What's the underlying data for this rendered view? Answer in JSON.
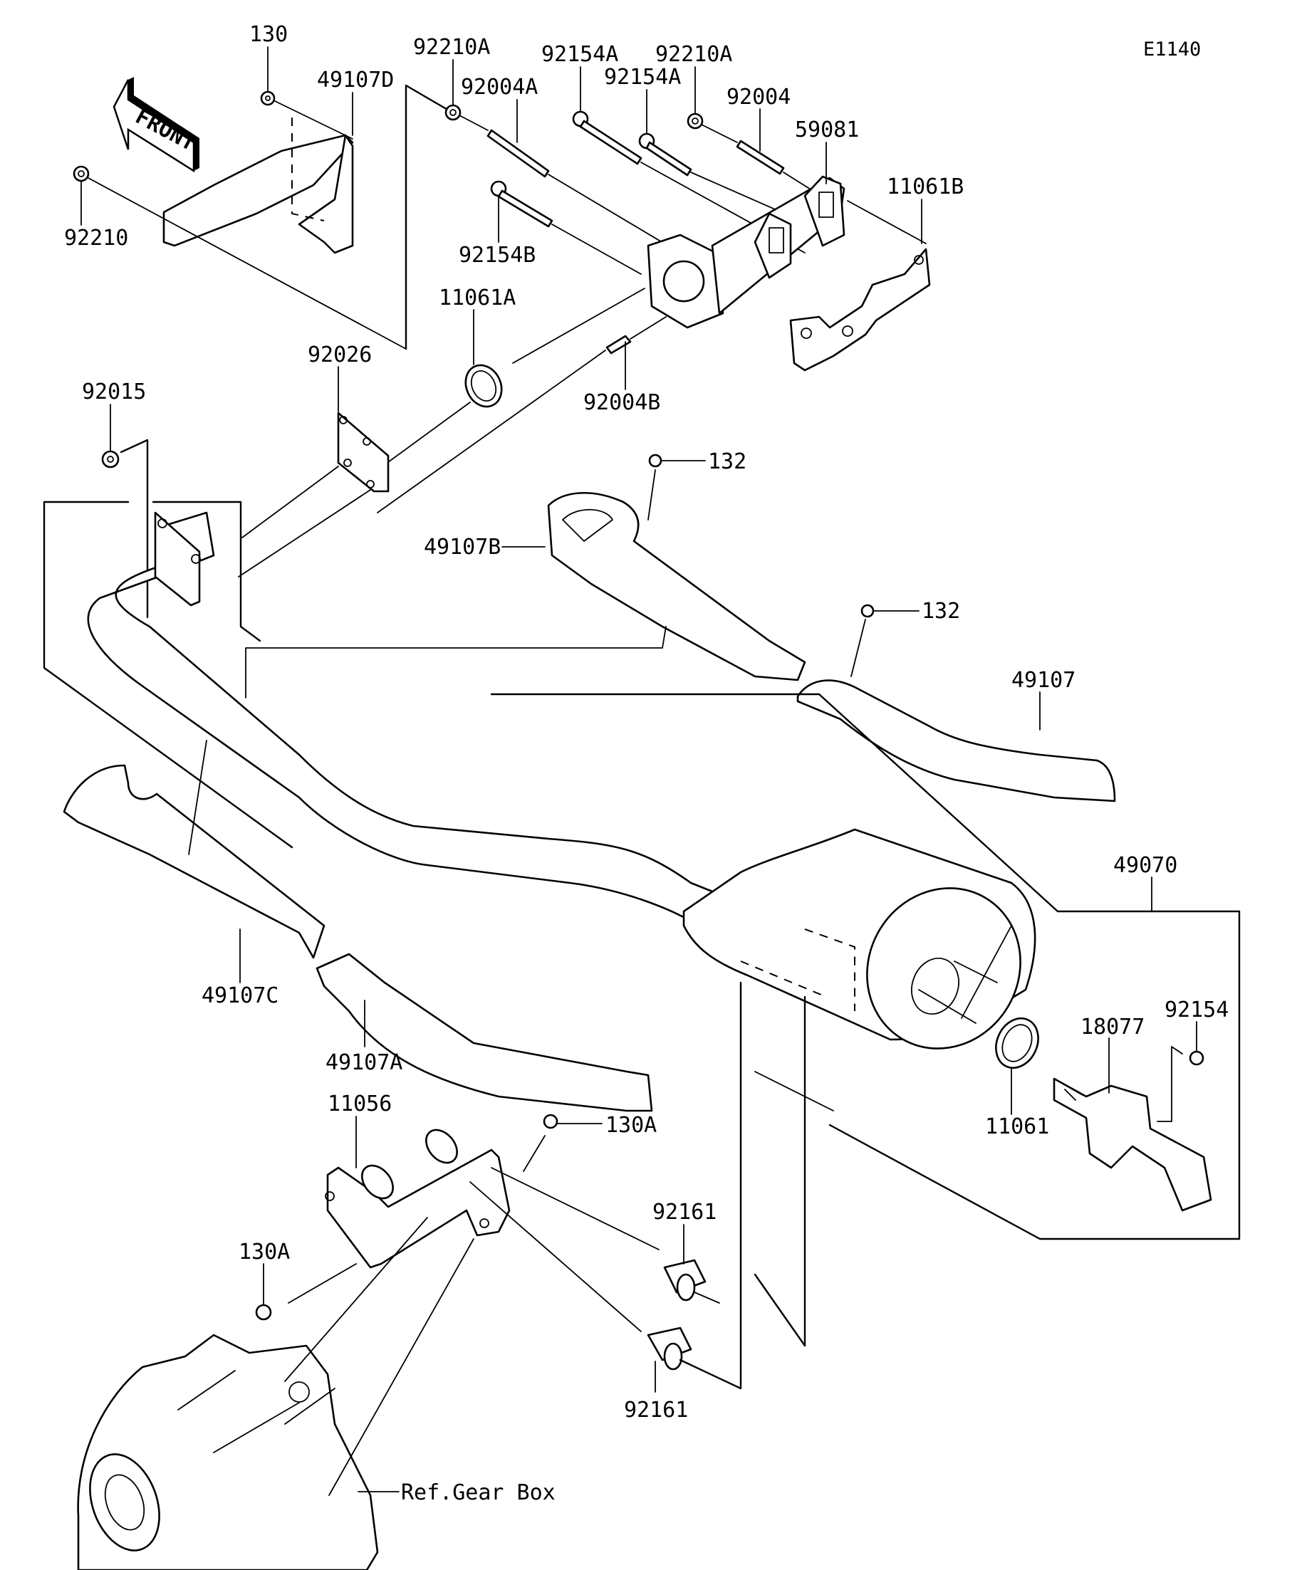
{
  "diagram": {
    "code": "E1140",
    "front_marker": "FRONT",
    "reference_note": "Ref.Gear Box",
    "colors": {
      "line": "#000000",
      "background": "#ffffff"
    },
    "labels": [
      {
        "id": "p130",
        "text": "130"
      },
      {
        "id": "p49107D",
        "text": "49107D"
      },
      {
        "id": "p92210",
        "text": "92210"
      },
      {
        "id": "p92210A_1",
        "text": "92210A"
      },
      {
        "id": "p92004A",
        "text": "92004A"
      },
      {
        "id": "p92154A_1",
        "text": "92154A"
      },
      {
        "id": "p92154A_2",
        "text": "92154A"
      },
      {
        "id": "p92210A_2",
        "text": "92210A"
      },
      {
        "id": "p92004",
        "text": "92004"
      },
      {
        "id": "p59081",
        "text": "59081"
      },
      {
        "id": "p11061B",
        "text": "11061B"
      },
      {
        "id": "p92154B",
        "text": "92154B"
      },
      {
        "id": "p11061A",
        "text": "11061A"
      },
      {
        "id": "p92026",
        "text": "92026"
      },
      {
        "id": "p92004B",
        "text": "92004B"
      },
      {
        "id": "p92015",
        "text": "92015"
      },
      {
        "id": "p132_1",
        "text": "132"
      },
      {
        "id": "p49107B",
        "text": "49107B"
      },
      {
        "id": "p132_2",
        "text": "132"
      },
      {
        "id": "p49107",
        "text": "49107"
      },
      {
        "id": "p49070",
        "text": "49070"
      },
      {
        "id": "p92154",
        "text": "92154"
      },
      {
        "id": "p18077",
        "text": "18077"
      },
      {
        "id": "p11061",
        "text": "11061"
      },
      {
        "id": "p49107C",
        "text": "49107C"
      },
      {
        "id": "p49107A",
        "text": "49107A"
      },
      {
        "id": "p11056",
        "text": "11056"
      },
      {
        "id": "p130A_1",
        "text": "130A"
      },
      {
        "id": "p130A_2",
        "text": "130A"
      },
      {
        "id": "p92161_1",
        "text": "92161"
      },
      {
        "id": "p92161_2",
        "text": "92161"
      }
    ]
  }
}
